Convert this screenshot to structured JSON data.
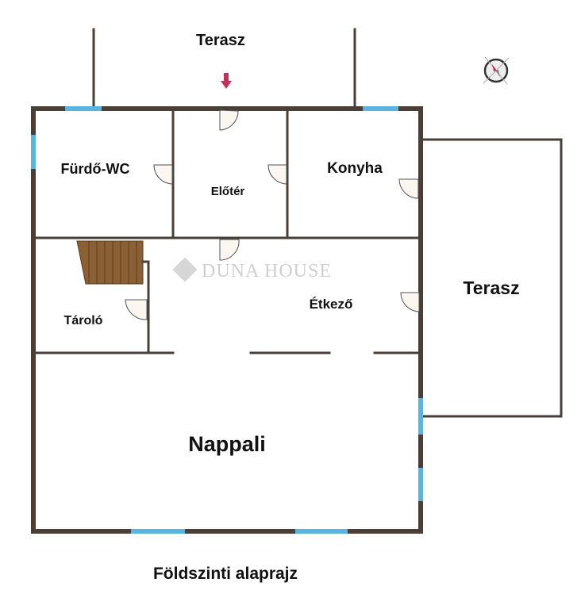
{
  "title": "Földszinti alaprajz",
  "rooms": {
    "terrace_top": "Terasz",
    "terrace_right": "Terasz",
    "bathroom": "Fürdő-WC",
    "hall": "Előtér",
    "kitchen": "Konyha",
    "dining": "Étkező",
    "storage": "Tároló",
    "living": "Nappali"
  },
  "watermark": "DUNA HOUSE",
  "colors": {
    "wall": "#4a3f37",
    "window": "#5ab4e0",
    "stairs": "#8a6034",
    "entrance_arrow": "#c0325a"
  },
  "icons": {
    "compass": "compass-icon",
    "entrance": "entrance-arrow-icon"
  }
}
